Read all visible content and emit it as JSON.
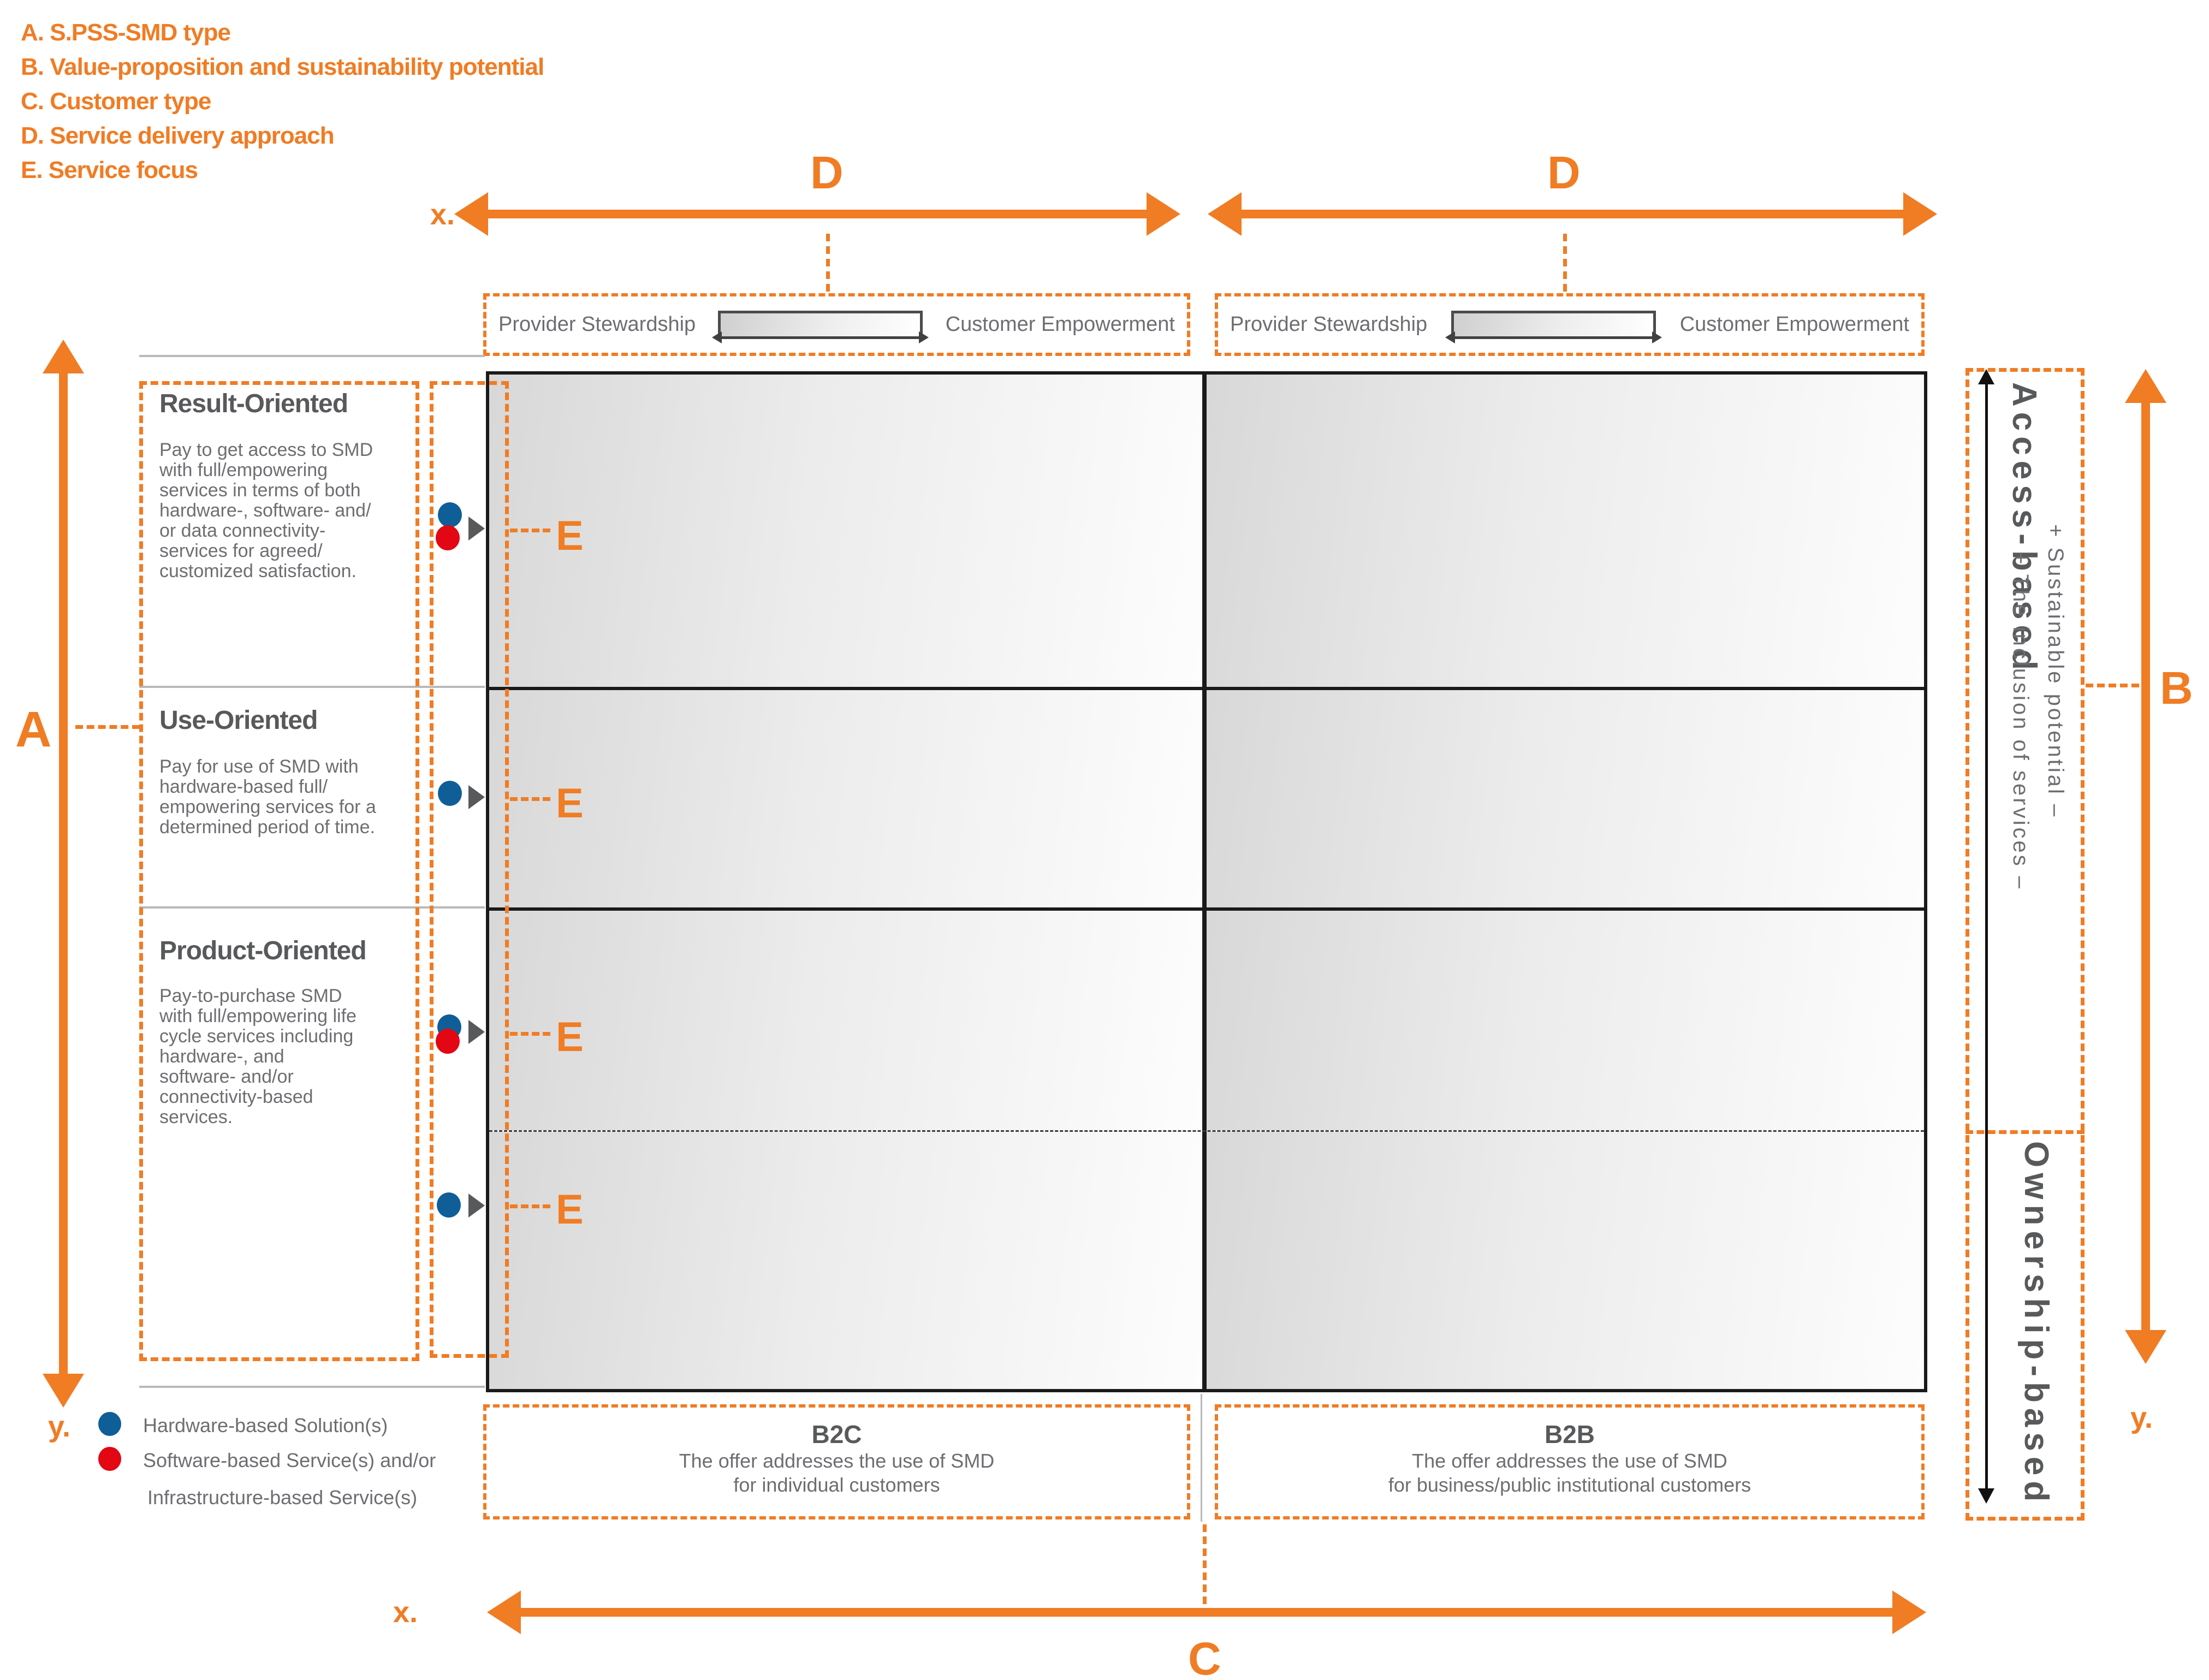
{
  "title_legend": {
    "items": [
      "A. S.PSS-SMD type",
      "B. Value-proposition and sustainability potential",
      "C. Customer type",
      "D. Service delivery approach",
      "E. Service focus"
    ]
  },
  "axes": {
    "a": "A",
    "b": "B",
    "c": "C",
    "d": "D",
    "e": "E",
    "x": "x.",
    "y": "y."
  },
  "service_delivery": {
    "left_label": "Provider Stewardship",
    "right_label": "Customer Empowerment"
  },
  "pss_types": [
    {
      "title": "Result-Oriented",
      "description": "Pay to get access to SMD\nwith full/empowering\nservices in terms of both\nhardware-, software- and/\nor data connectivity-\nservices for agreed/\ncustomized satisfaction."
    },
    {
      "title": "Use-Oriented",
      "description": "Pay for use of SMD with\nhardware-based full/\nempowering services for a\ndetermined period of time."
    },
    {
      "title": "Product-Oriented",
      "description": "Pay-to-purchase SMD\nwith full/empowering life\ncycle services including\nhardware-, and\nsoftware- and/or\nconnectivity-based\nservices."
    }
  ],
  "value_axis": {
    "top_label": "Access-based",
    "bottom_label": "Ownership-based",
    "sustainable_label": "+ Sustainable potential –",
    "inclusion_label": "+ The inclusion of services –"
  },
  "customer_types": [
    {
      "title": "B2C",
      "line1": "The offer addresses the use of SMD",
      "line2": "for individual customers"
    },
    {
      "title": "B2B",
      "line1": "The offer addresses the use of SMD",
      "line2": "for business/public institutional customers"
    }
  ],
  "dot_legend": {
    "hardware": "Hardware-based Solution(s)",
    "software_line1": "Software-based Service(s) and/or",
    "software_line2": "Infrastructure-based Service(s)"
  },
  "colors": {
    "orange": "#F07C24",
    "blue": "#0F5E98",
    "red": "#E30613",
    "heading_gray": "#58595B",
    "body_gray": "#6D6E71"
  }
}
